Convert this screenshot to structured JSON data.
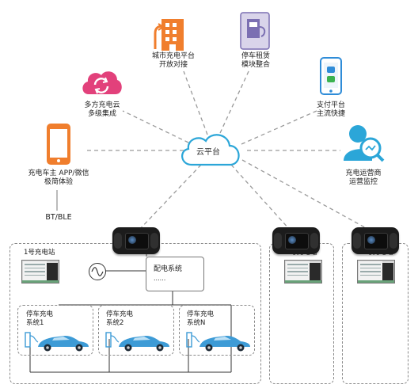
{
  "colors": {
    "accent_pink": "#e2417b",
    "accent_orange": "#f07e2d",
    "accent_purple": "#7b6fb2",
    "accent_blue": "#2f8cd8",
    "accent_cyan": "#2ba6d8",
    "car_blue": "#3d9bd6"
  },
  "cloud": {
    "label": "云平台",
    "icon": "cloud-icon"
  },
  "nodes": {
    "city": {
      "line1": "城市充电平台",
      "line2": "开放对接",
      "icon": "building-icon"
    },
    "parking": {
      "line1": "停车租赁",
      "line2": "模块整合",
      "icon": "parking-meter-icon"
    },
    "multicloud": {
      "line1": "多方充电云",
      "line2": "多级集成",
      "icon": "refresh-cloud-icon"
    },
    "payment": {
      "line1": "支付平台",
      "line2": "主流快捷",
      "icon": "smartphone-pay-icon"
    },
    "app": {
      "line1": "充电车主 APP/微信",
      "line2": "极简体验",
      "icon": "smartphone-icon"
    },
    "operator": {
      "line1": "充电运营商",
      "line2": "运营监控",
      "icon": "user-search-icon"
    }
  },
  "bt_label": "BT/BLE",
  "stations": [
    {
      "title": "1号充电站"
    },
    {
      "title": "2号充电站"
    },
    {
      "title": "N号充电站"
    }
  ],
  "power": {
    "title": "配电系统",
    "dots": "......"
  },
  "bays": [
    {
      "line1": "停车充电",
      "line2": "系统1"
    },
    {
      "line1": "停车充电",
      "line2": "系统2"
    },
    {
      "line1": "停车充电",
      "line2": "系统N"
    }
  ]
}
